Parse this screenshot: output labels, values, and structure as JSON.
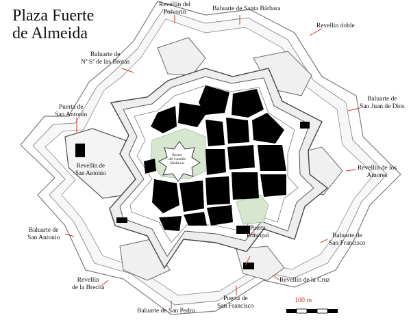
{
  "title": {
    "line1": "Plaza Fuerte",
    "line2": "de Almeida"
  },
  "colors": {
    "leader": "#c0392b",
    "wall": "#555555",
    "buildings": "#000000",
    "greenery": "#d6e6cf",
    "background": "#ffffff"
  },
  "labels": {
    "revellin_polvorin": [
      "Revellín del",
      "Polvorín"
    ],
    "baluarte_santa_barbara": [
      "Baluarte de Santa Bárbara"
    ],
    "revellin_doble": [
      "Revellín doble"
    ],
    "baluarte_brotas": [
      "Baluarte de",
      "Nª Sª de las Brotas"
    ],
    "baluarte_san_juan": [
      "Baluarte de",
      "San Juan de Dios"
    ],
    "puerta_san_antonio": [
      "Puerta de",
      "San Antonio"
    ],
    "revellin_san_antonio": [
      "Revellín de",
      "San Antonio"
    ],
    "revellin_amores": [
      "Revellín de los",
      "Amores"
    ],
    "baluarte_san_antonio": [
      "Baluarte de",
      "San Antonio"
    ],
    "puerta_principal": [
      "Puerta",
      "Principal"
    ],
    "baluarte_san_francisco": [
      "Baluarte de",
      "San Francisco"
    ],
    "revellin_brecha": [
      "Revellín",
      "de la Brecha"
    ],
    "revellin_cruz": [
      "Revellín de la Cruz"
    ],
    "puerta_san_francisco": [
      "Puerta de",
      "San Francisco"
    ],
    "baluarte_san_pedro": [
      "Baluarte de San Pedro"
    ],
    "castillo": [
      "Restos",
      "del Castillo",
      "Medieval"
    ]
  },
  "scale": {
    "label": "100 m",
    "value": 100,
    "unit": "m"
  }
}
